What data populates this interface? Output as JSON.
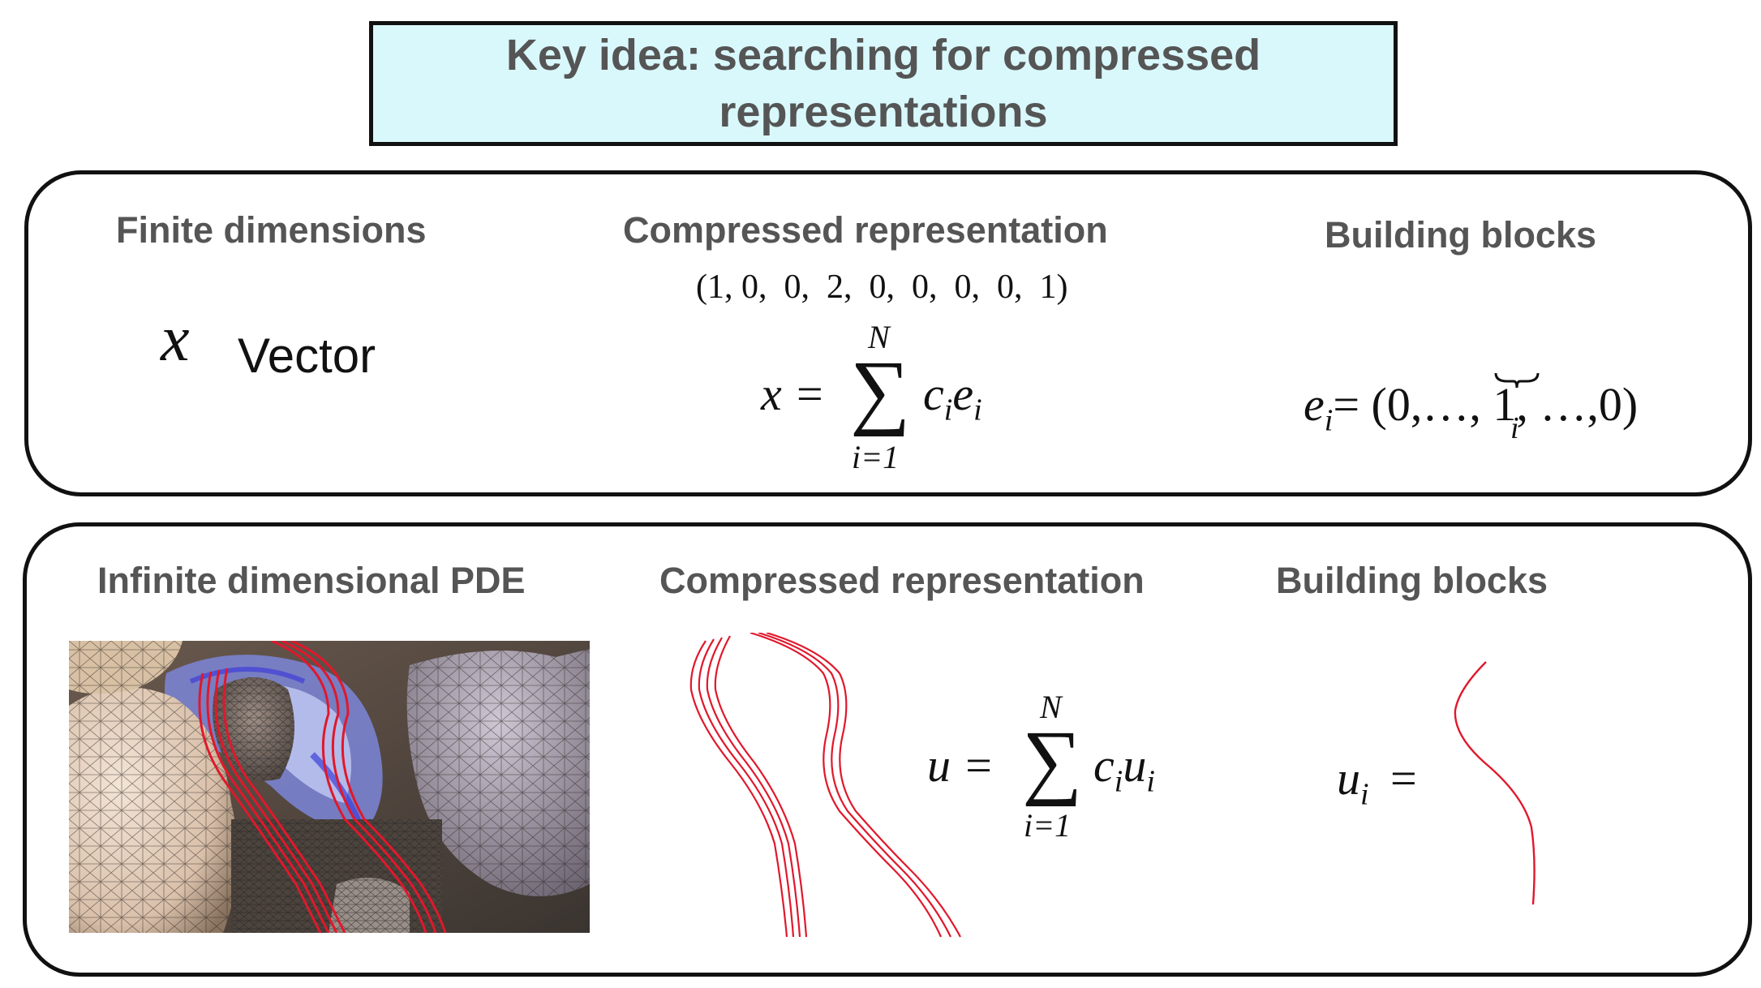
{
  "title": {
    "line1": "Key idea: searching for compressed",
    "line2": "representations"
  },
  "finite_panel": {
    "col1_header": "Finite dimensions",
    "col2_header": "Compressed representation",
    "col3_header": "Building blocks",
    "vector_symbol": "x",
    "vector_label": "Vector",
    "coefficients": "(1, 0,  0,  2,  0,  0,  0,  0,  1)",
    "sum_lhs": "x =",
    "sum_upper": "N",
    "sum_lower": "i=1",
    "sum_term_c": "c",
    "sum_term_c_sub": "i",
    "sum_term_b": "e",
    "sum_term_b_sub": "i",
    "basis_lhs": "e",
    "basis_lhs_sub": "i",
    "basis_rhs_start": "= (0,…, ",
    "basis_one": "1",
    "basis_rhs_end": ", …,0)",
    "basis_brace_label": "i"
  },
  "infinite_panel": {
    "col1_header": "Infinite dimensional PDE",
    "col2_header": "Compressed representation",
    "col3_header": "Building blocks",
    "sum_lhs": "u =",
    "sum_upper": "N",
    "sum_lower": "i=1",
    "sum_term_c": "c",
    "sum_term_c_sub": "i",
    "sum_term_b": "u",
    "sum_term_b_sub": "i",
    "block_lhs": "u",
    "block_lhs_sub": "i",
    "block_eq": "="
  },
  "colors": {
    "title_bg": "#d9f8fc",
    "streamline": "#e0182c",
    "header_text": "#555555"
  }
}
